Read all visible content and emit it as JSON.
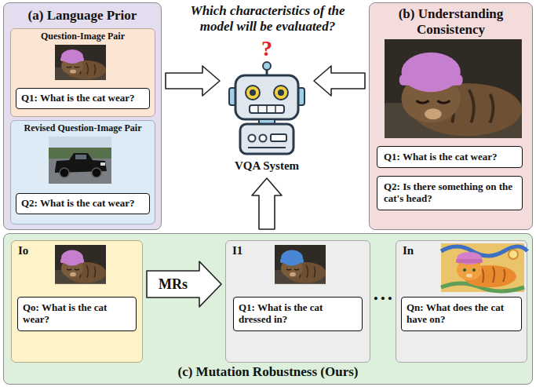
{
  "diagram": {
    "title": "Which characteristics of the model will be evaluated?",
    "nodes": [
      {
        "text": [
          "(a) Language Prior"
        ]
      },
      {
        "text": [
          "Question-Image Pair"
        ],
        "in": 0
      },
      {
        "text": [
          "Q1: What is the cat wear?"
        ],
        "in": 1
      },
      {
        "text": [
          "Revised Question-Image Pair"
        ],
        "in": 0
      },
      {
        "text": [
          "Q2: What is the cat wear?"
        ],
        "in": 3
      },
      {
        "text": [
          "VQA System"
        ]
      },
      {
        "text": [
          "(b) Understanding Consistency"
        ]
      },
      {
        "text": [
          "Q1: What is the cat wear?"
        ],
        "in": 6
      },
      {
        "text": [
          "Q2: Is there something on the cat's head?"
        ],
        "in": 6
      },
      {
        "text": [
          "(c) Mutation Robustness (Ours)"
        ]
      },
      {
        "text": [
          "Io"
        ],
        "in": 9
      },
      {
        "text": [
          "Qo: What is the cat wear?"
        ],
        "in": 10
      },
      {
        "text": [
          "I1"
        ],
        "in": 9
      },
      {
        "text": [
          "Q1: What is the cat dressed in?"
        ],
        "in": 12
      },
      {
        "text": [
          "In"
        ],
        "in": 9
      },
      {
        "text": [
          "Qn: What does the cat have on?"
        ],
        "in": 14
      }
    ],
    "edges": [
      {
        "from": 0,
        "to": 5,
        "arrow": "to"
      },
      {
        "from": 6,
        "to": 5,
        "arrow": "to"
      },
      {
        "from": 9,
        "to": 5,
        "arrow": "to"
      },
      {
        "from": 10,
        "to": 12,
        "label": "MRs",
        "arrow": "to"
      }
    ],
    "labels": [
      "?",
      "• • •"
    ]
  }
}
